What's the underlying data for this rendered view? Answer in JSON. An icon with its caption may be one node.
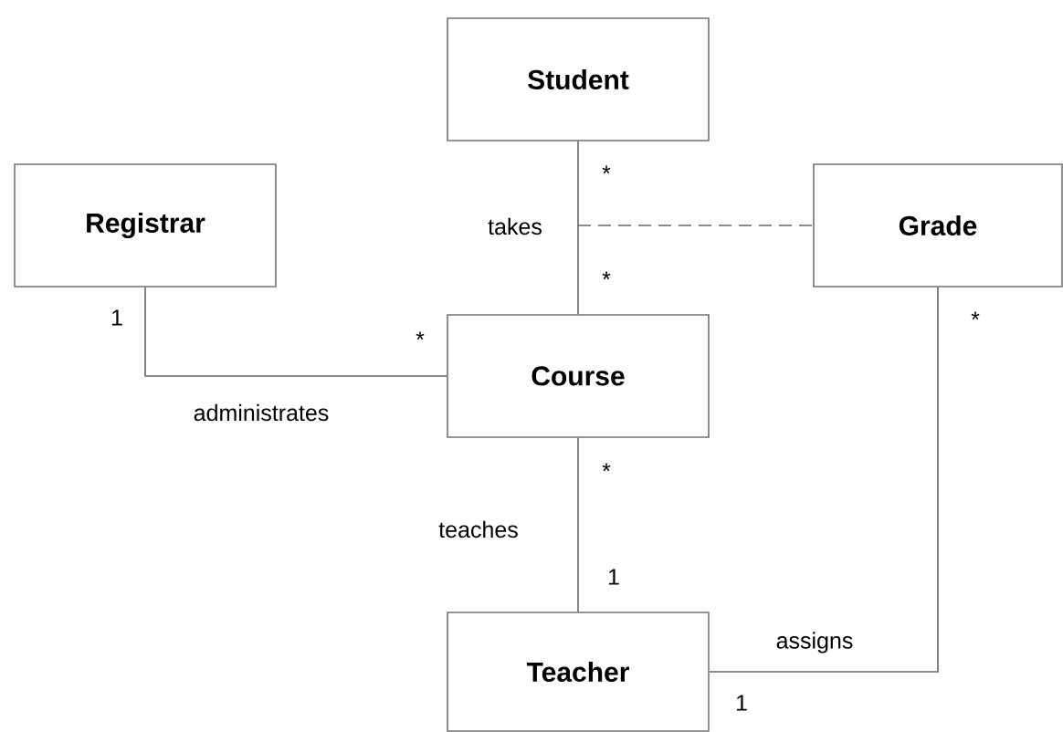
{
  "diagram": {
    "nodes": [
      {
        "text": [
          "Student"
        ]
      },
      {
        "text": [
          "Registrar"
        ]
      },
      {
        "text": [
          "Grade"
        ]
      },
      {
        "text": [
          "Course"
        ]
      },
      {
        "text": [
          "Teacher"
        ]
      }
    ],
    "edges": [
      {
        "from": 0,
        "to": 3,
        "arrow": "none",
        "label": "takes"
      },
      {
        "from": null,
        "to": 2,
        "arrow": "none",
        "style": "dashed"
      },
      {
        "from": 1,
        "to": 3,
        "arrow": "none",
        "label": "administrates"
      },
      {
        "from": 3,
        "to": 4,
        "arrow": "none",
        "label": "teaches"
      },
      {
        "from": 4,
        "to": 2,
        "arrow": "none",
        "label": "assigns"
      }
    ],
    "labels": [
      "*",
      "*",
      "1",
      "*",
      "*",
      "*",
      "1",
      "1"
    ]
  }
}
